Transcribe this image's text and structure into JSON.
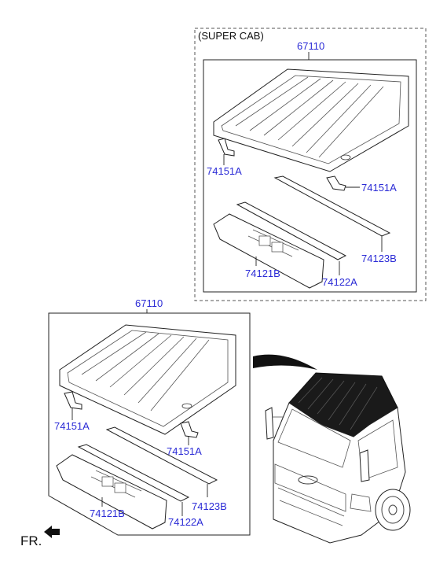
{
  "super_cab": {
    "title": "(SUPER CAB)",
    "roof_part": "67110",
    "bracket_left": "74151A",
    "bracket_right": "74151A",
    "rail_front": "74123B",
    "rail_rear": "74121B",
    "rail_mid": "74122A"
  },
  "standard": {
    "roof_part": "67110",
    "bracket_left": "74151A",
    "bracket_right": "74151A",
    "rail_front": "74123B",
    "rail_rear": "74121B",
    "rail_mid": "74122A"
  },
  "direction": {
    "label": "FR."
  },
  "colors": {
    "part_label": "#2b2bd6",
    "line": "#222222",
    "truck_roof": "#1a1a1a"
  }
}
